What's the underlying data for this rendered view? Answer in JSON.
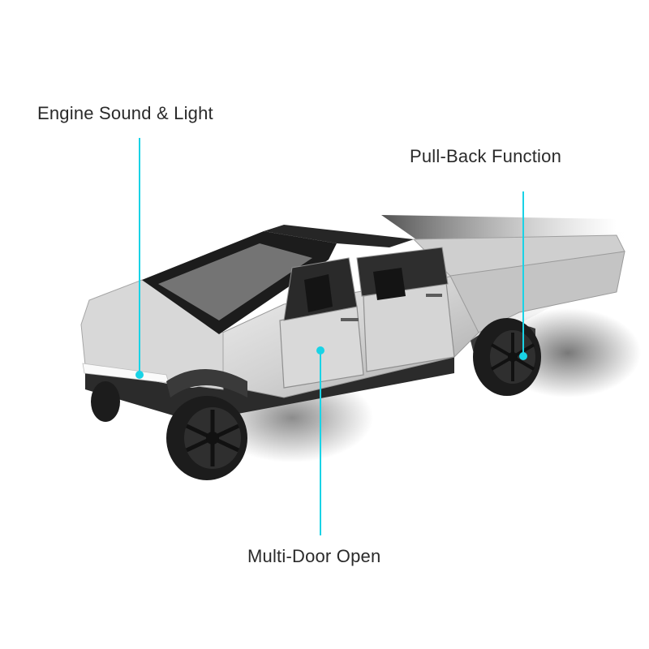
{
  "features": {
    "engine_sound_light": "Engine Sound & Light",
    "pull_back_function": "Pull-Back Function",
    "multi_door_open": "Multi-Door Open"
  },
  "colors": {
    "callout": "#19d3e6",
    "label_text": "#2a2a2a",
    "body_silver": "#d6d6d6",
    "tire_black": "#1c1c1c"
  }
}
